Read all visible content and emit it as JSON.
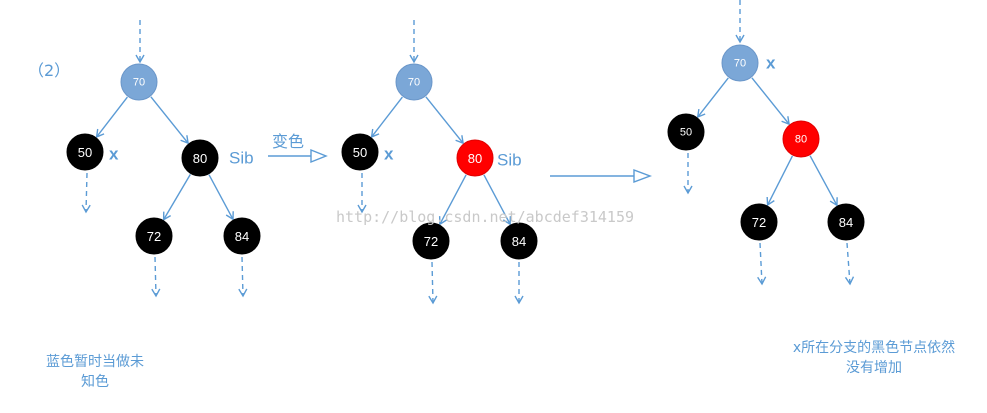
{
  "step_label": "（2）",
  "transition_label": "变色",
  "watermark": "http://blog.csdn.net/abcdef314159",
  "colors": {
    "blue": "#7ba7d7",
    "black": "#000000",
    "red": "#ff0000",
    "line": "#5b9bd5"
  },
  "trees": [
    {
      "id": "tree1",
      "nodes": [
        {
          "key": "n70",
          "label": "70",
          "color": "blue"
        },
        {
          "key": "n50",
          "label": "50",
          "color": "black",
          "side": "x"
        },
        {
          "key": "n80",
          "label": "80",
          "color": "black",
          "side": "Sib"
        },
        {
          "key": "n72",
          "label": "72",
          "color": "black"
        },
        {
          "key": "n84",
          "label": "84",
          "color": "black"
        }
      ]
    },
    {
      "id": "tree2",
      "nodes": [
        {
          "key": "n70",
          "label": "70",
          "color": "blue"
        },
        {
          "key": "n50",
          "label": "50",
          "color": "black",
          "side": "x"
        },
        {
          "key": "n80",
          "label": "80",
          "color": "red",
          "side": "Sib"
        },
        {
          "key": "n72",
          "label": "72",
          "color": "black"
        },
        {
          "key": "n84",
          "label": "84",
          "color": "black"
        }
      ]
    },
    {
      "id": "tree3",
      "nodes": [
        {
          "key": "n70",
          "label": "70",
          "color": "blue",
          "side": "x"
        },
        {
          "key": "n50",
          "label": "50",
          "color": "black"
        },
        {
          "key": "n80",
          "label": "80",
          "color": "red"
        },
        {
          "key": "n72",
          "label": "72",
          "color": "black"
        },
        {
          "key": "n84",
          "label": "84",
          "color": "black"
        }
      ]
    }
  ],
  "notes": {
    "left": [
      "蓝色暂时当做未",
      "知色"
    ],
    "right": [
      "x所在分支的黑色节点依然",
      "没有增加"
    ]
  }
}
